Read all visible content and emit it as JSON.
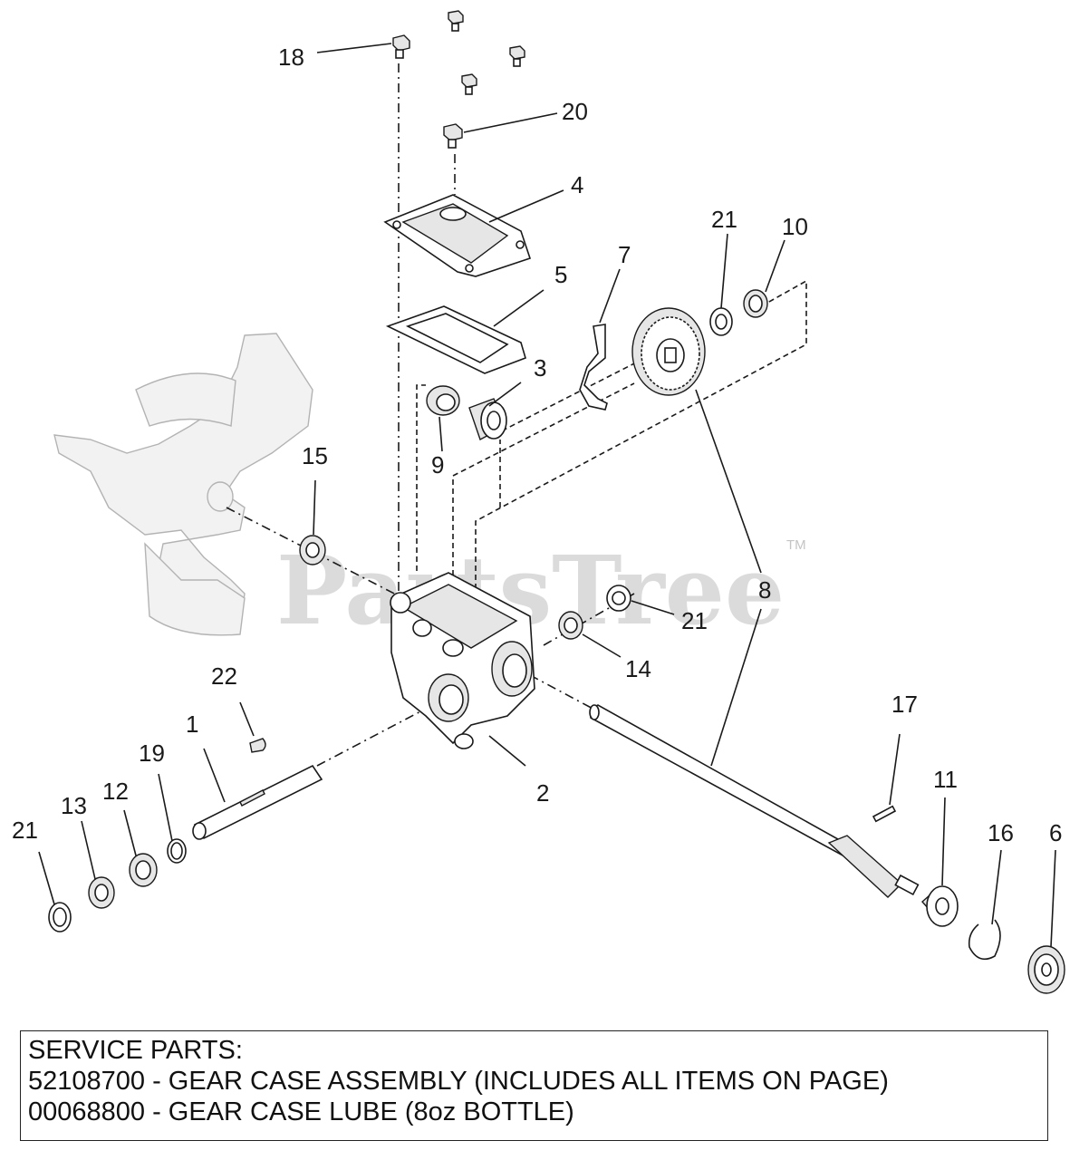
{
  "watermark": {
    "text": "PartsTree",
    "tm": "TM"
  },
  "callouts": {
    "c1": "1",
    "c2": "2",
    "c3": "3",
    "c4": "4",
    "c5": "5",
    "c6": "6",
    "c7": "7",
    "c8a": "8",
    "c9": "9",
    "c10": "10",
    "c11": "11",
    "c12": "12",
    "c13": "13",
    "c14": "14",
    "c15": "15",
    "c16": "16",
    "c17": "17",
    "c18": "18",
    "c19": "19",
    "c20": "20",
    "c21a": "21",
    "c21b": "21",
    "c21c": "21",
    "c22": "22"
  },
  "service_parts": {
    "heading": "SERVICE PARTS:",
    "line1": "52108700 - GEAR CASE ASSEMBLY (INCLUDES ALL ITEMS ON PAGE)",
    "line2": "00068800 - GEAR CASE LUBE (8oz BOTTLE)"
  }
}
